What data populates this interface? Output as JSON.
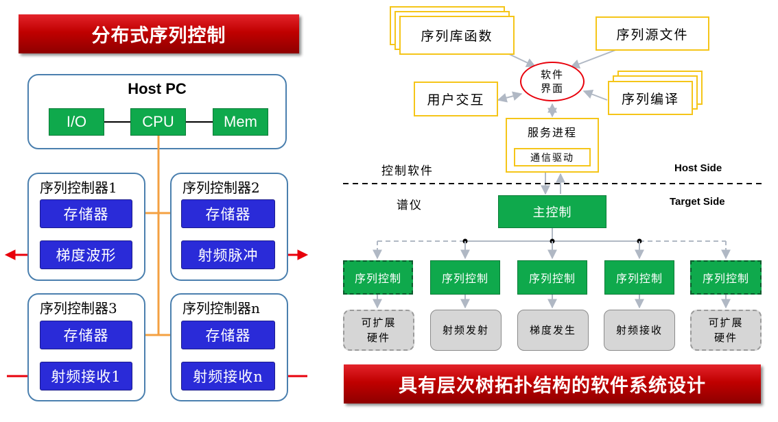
{
  "left": {
    "banner": "分布式序列控制",
    "host": {
      "title": "Host PC",
      "io": "I/O",
      "cpu": "CPU",
      "mem": "Mem"
    },
    "controllers": [
      {
        "title": "序列控制器1",
        "storage": "存储器",
        "unit": "梯度波形"
      },
      {
        "title": "序列控制器2",
        "storage": "存储器",
        "unit": "射频脉冲"
      },
      {
        "title": "序列控制器3",
        "storage": "存储器",
        "unit": "射频接收1"
      },
      {
        "title": "序列控制器n",
        "storage": "存储器",
        "unit": "射频接收n"
      }
    ]
  },
  "right": {
    "seq_lib": "序列库函数",
    "seq_src": "序列源文件",
    "software_ui_line1": "软件",
    "software_ui_line2": "界面",
    "user_interaction": "用户交互",
    "seq_compile": "序列编译",
    "service_process": "服务进程",
    "comm_driver": "通信驱动",
    "control_software": "控制软件",
    "host_side": "Host Side",
    "spectrometer": "谱仪",
    "target_side": "Target Side",
    "main_control": "主控制",
    "seq_controls": [
      "序列控制",
      "序列控制",
      "序列控制",
      "序列控制",
      "序列控制"
    ],
    "hardware": [
      {
        "line1": "可扩展",
        "line2": "硬件"
      },
      {
        "line1": "射频发射",
        "line2": ""
      },
      {
        "line1": "梯度发生",
        "line2": ""
      },
      {
        "line1": "射频接收",
        "line2": ""
      },
      {
        "line1": "可扩展",
        "line2": "硬件"
      }
    ],
    "banner": "具有层次树拓扑结构的软件系统设计"
  },
  "colors": {
    "banner_red": "#c00000",
    "green": "#0fa94c",
    "blue": "#2a2bd8",
    "panel_border": "#4a7fae",
    "orange_line": "#f4a041",
    "yellow_border": "#f5c518",
    "arrow_red": "#e8000b"
  }
}
